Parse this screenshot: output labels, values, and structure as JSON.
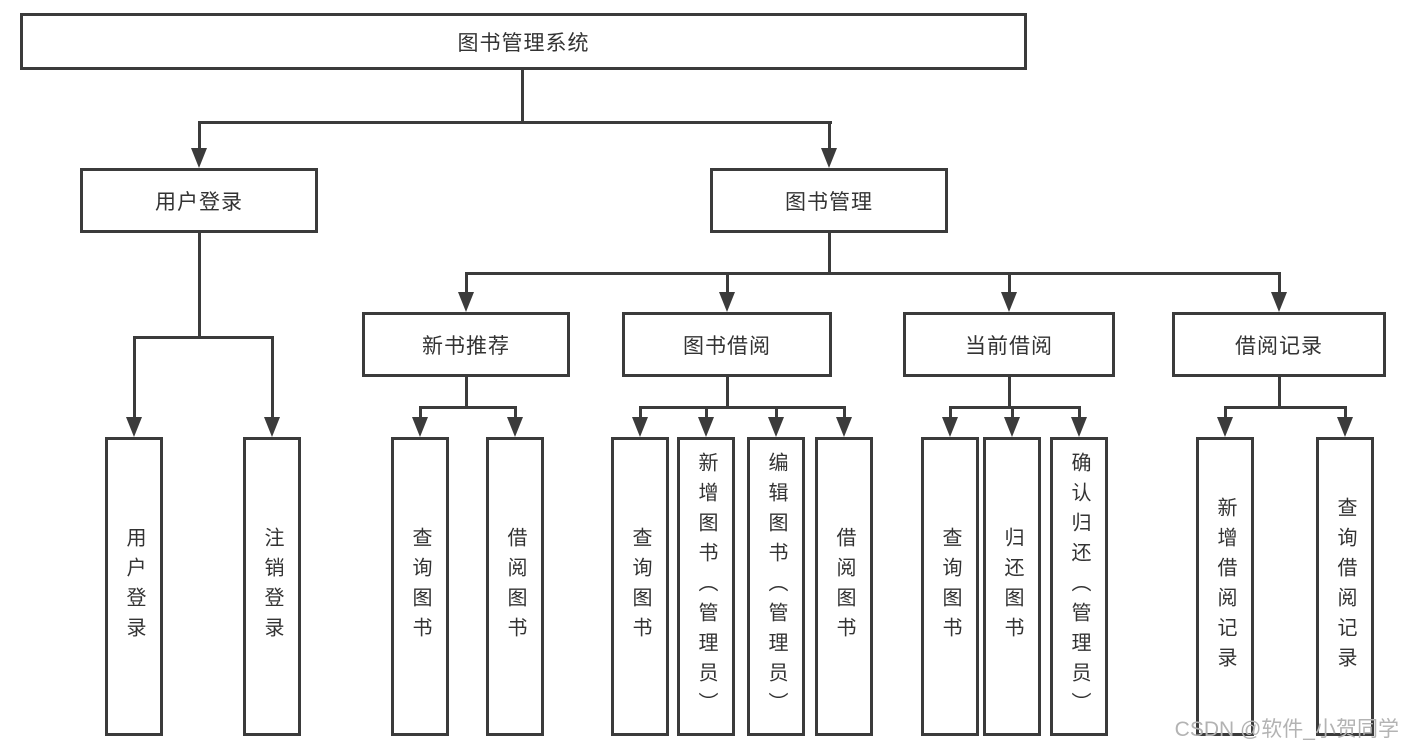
{
  "colors": {
    "line": "#3b3b3b",
    "text": "#333333",
    "watermark": "#b3b3b3",
    "bg": "#ffffff"
  },
  "tree": {
    "root": {
      "label": "图书管理系统"
    },
    "children": [
      {
        "label": "用户登录",
        "children": [
          {
            "label": "用户登录"
          },
          {
            "label": "注销登录"
          }
        ]
      },
      {
        "label": "图书管理",
        "children": [
          {
            "label": "新书推荐",
            "children": [
              {
                "label": "查询图书"
              },
              {
                "label": "借阅图书"
              }
            ]
          },
          {
            "label": "图书借阅",
            "children": [
              {
                "label": "查询图书"
              },
              {
                "label": "新增图书（管理员）"
              },
              {
                "label": "编辑图书（管理员）"
              },
              {
                "label": "借阅图书"
              }
            ]
          },
          {
            "label": "当前借阅",
            "children": [
              {
                "label": "查询图书"
              },
              {
                "label": "归还图书"
              },
              {
                "label": "确认归还（管理员）"
              }
            ]
          },
          {
            "label": "借阅记录",
            "children": [
              {
                "label": "新增借阅记录"
              },
              {
                "label": "查询借阅记录"
              }
            ]
          }
        ]
      }
    ]
  },
  "watermark": {
    "text": "CSDN @软件_小贺同学"
  }
}
